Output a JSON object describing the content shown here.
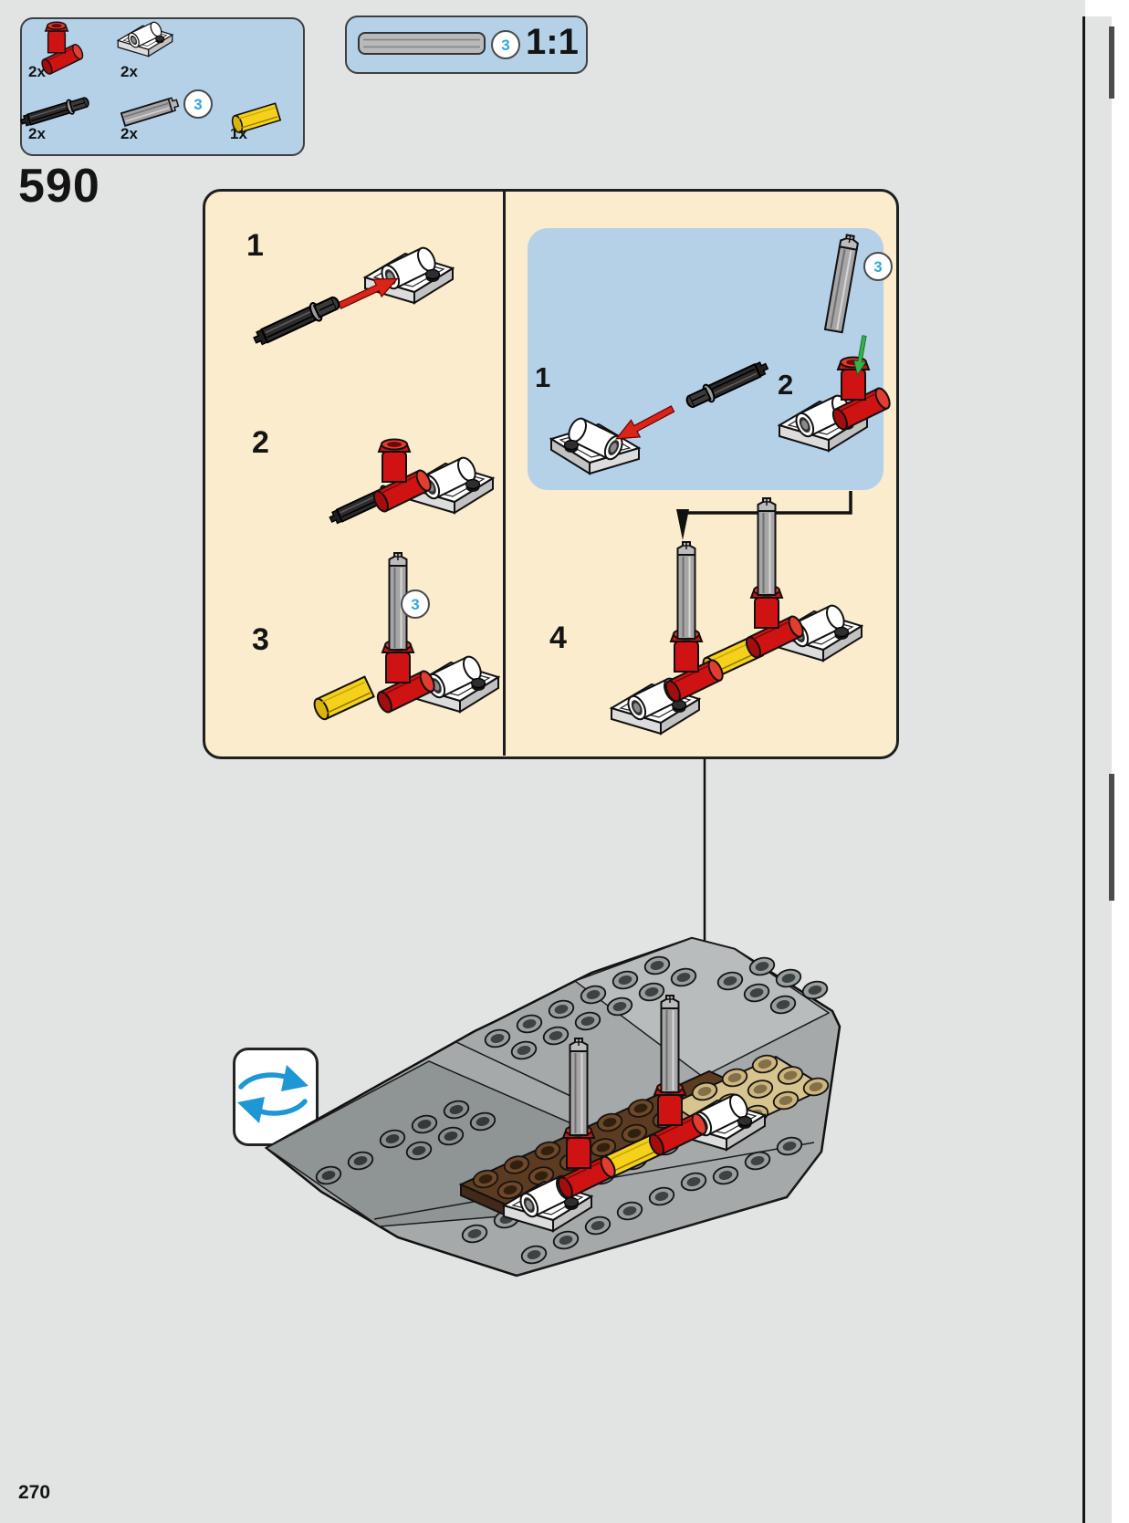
{
  "page": {
    "number": "270"
  },
  "step": {
    "number": "590"
  },
  "parts_box": {
    "items": [
      {
        "qty": "2x",
        "name": "red axle connector"
      },
      {
        "qty": "2x",
        "name": "white plate with pin hole"
      },
      {
        "qty": "2x",
        "name": "black axle pin with stop"
      },
      {
        "qty": "2x",
        "name": "gray axle 3L",
        "badge": "3"
      },
      {
        "qty": "1x",
        "name": "yellow axle connector"
      }
    ]
  },
  "scale_box": {
    "badge": "3",
    "ratio": "1:1"
  },
  "panel": {
    "steps": [
      {
        "label": "1"
      },
      {
        "label": "2"
      },
      {
        "label": "3",
        "badge": "3"
      },
      {
        "label": "4"
      }
    ],
    "inset": {
      "steps": [
        {
          "label": "1"
        },
        {
          "label": "2",
          "badge": "3"
        }
      ]
    }
  },
  "colors": {
    "panel_cream": "#faeccc",
    "callout_blue": "#b4d1e8",
    "arrow_red": "#da2418",
    "arrow_green": "#35b04a",
    "rotate_blue": "#1f97d4",
    "badge_text": "#2fa8dd",
    "brick_red": "#ce1312",
    "brick_yellow": "#f5d11c"
  }
}
